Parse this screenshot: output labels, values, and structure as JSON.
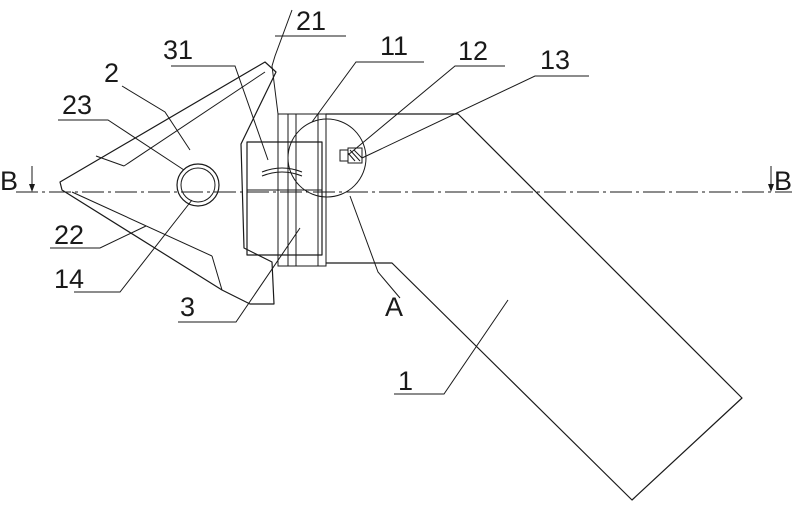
{
  "diagram": {
    "section_marker": "B",
    "detail_marker": "A",
    "part_labels": {
      "p1": "1",
      "p2": "2",
      "p3": "3",
      "p11": "11",
      "p12": "12",
      "p13": "13",
      "p14": "14",
      "p21": "21",
      "p22": "22",
      "p23": "23",
      "p31": "31"
    }
  }
}
